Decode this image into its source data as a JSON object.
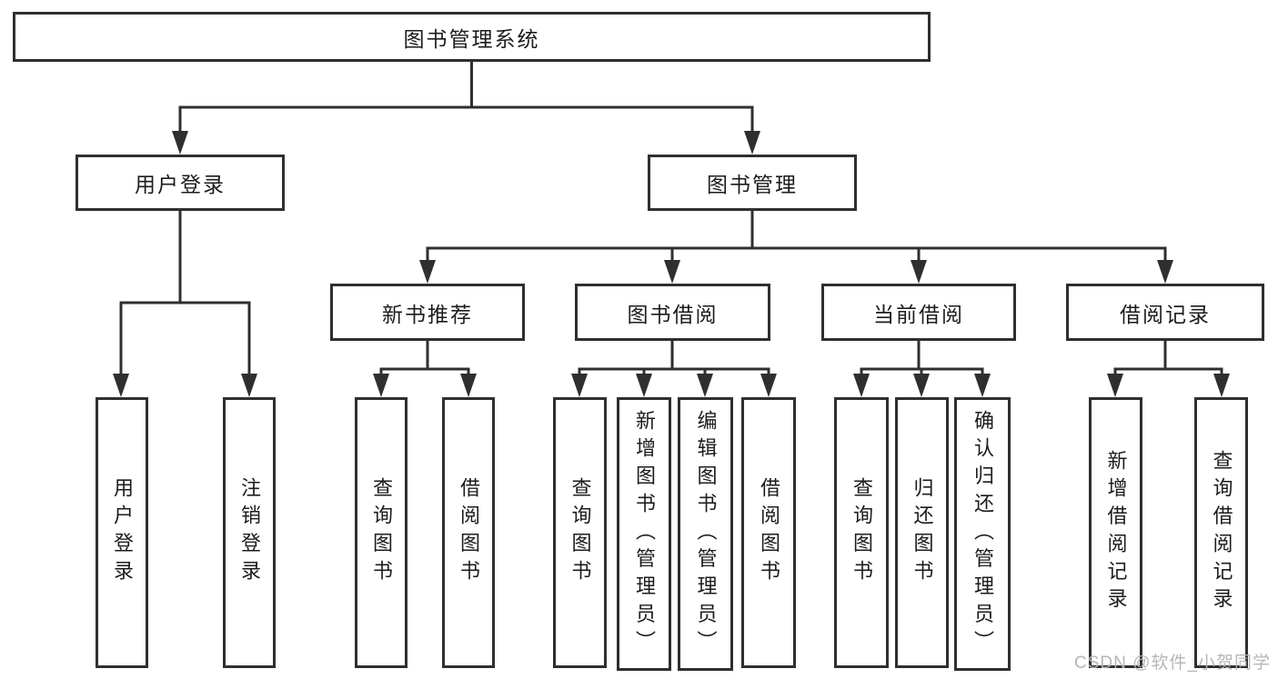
{
  "diagram_type": "hierarchy-tree",
  "colors": {
    "line": "#2f2f2f",
    "box_border": "#2f2f2f",
    "text": "#1c1c1c",
    "background": "#ffffff",
    "watermark": "#b3b3b3"
  },
  "tree": {
    "label": "图书管理系统",
    "children": [
      {
        "label": "用户登录",
        "children": [
          {
            "label": "用户登录"
          },
          {
            "label": "注销登录"
          }
        ]
      },
      {
        "label": "图书管理",
        "children": [
          {
            "label": "新书推荐",
            "children": [
              {
                "label": "查询图书"
              },
              {
                "label": "借阅图书"
              }
            ]
          },
          {
            "label": "图书借阅",
            "children": [
              {
                "label": "查询图书"
              },
              {
                "label": "新增图书（管理员）"
              },
              {
                "label": "编辑图书（管理员）"
              },
              {
                "label": "借阅图书"
              }
            ]
          },
          {
            "label": "当前借阅",
            "children": [
              {
                "label": "查询图书"
              },
              {
                "label": "归还图书"
              },
              {
                "label": "确认归还（管理员）"
              }
            ]
          },
          {
            "label": "借阅记录",
            "children": [
              {
                "label": "新增借阅记录"
              },
              {
                "label": "查询借阅记录"
              }
            ]
          }
        ]
      }
    ]
  },
  "watermark": {
    "text": "CSDN @软件_小贺同学"
  }
}
